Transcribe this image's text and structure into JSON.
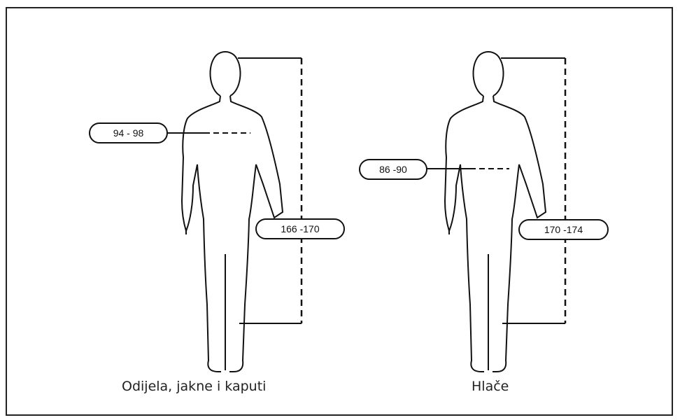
{
  "figures": [
    {
      "caption": "Odijela, jakne i kaputi",
      "girth_label": "94 - 98",
      "height_label": "166 -170"
    },
    {
      "caption": "Hlače",
      "girth_label": "86 -90",
      "height_label": "170 -174"
    }
  ]
}
